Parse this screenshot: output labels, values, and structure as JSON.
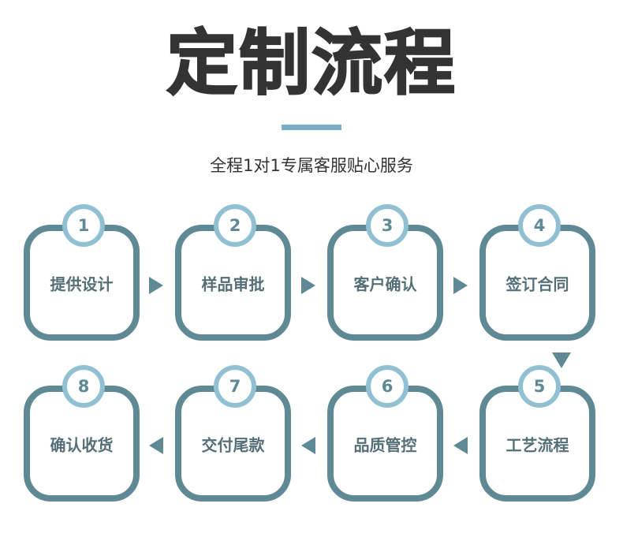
{
  "title": "定制流程",
  "subtitle": "全程1对1专属客服贴心服务",
  "colors": {
    "box_border": "#5f8a95",
    "number_circle_border": "#90c0d2",
    "accent_bar": "#7aaec4",
    "text_dark": "#333333",
    "step_text": "#556f78"
  },
  "steps": [
    {
      "number": "1",
      "label": "提供设计"
    },
    {
      "number": "2",
      "label": "样品审批"
    },
    {
      "number": "3",
      "label": "客户确认"
    },
    {
      "number": "4",
      "label": "签订合同"
    },
    {
      "number": "5",
      "label": "工艺流程"
    },
    {
      "number": "6",
      "label": "品质管控"
    },
    {
      "number": "7",
      "label": "交付尾款"
    },
    {
      "number": "8",
      "label": "确认收货"
    }
  ]
}
